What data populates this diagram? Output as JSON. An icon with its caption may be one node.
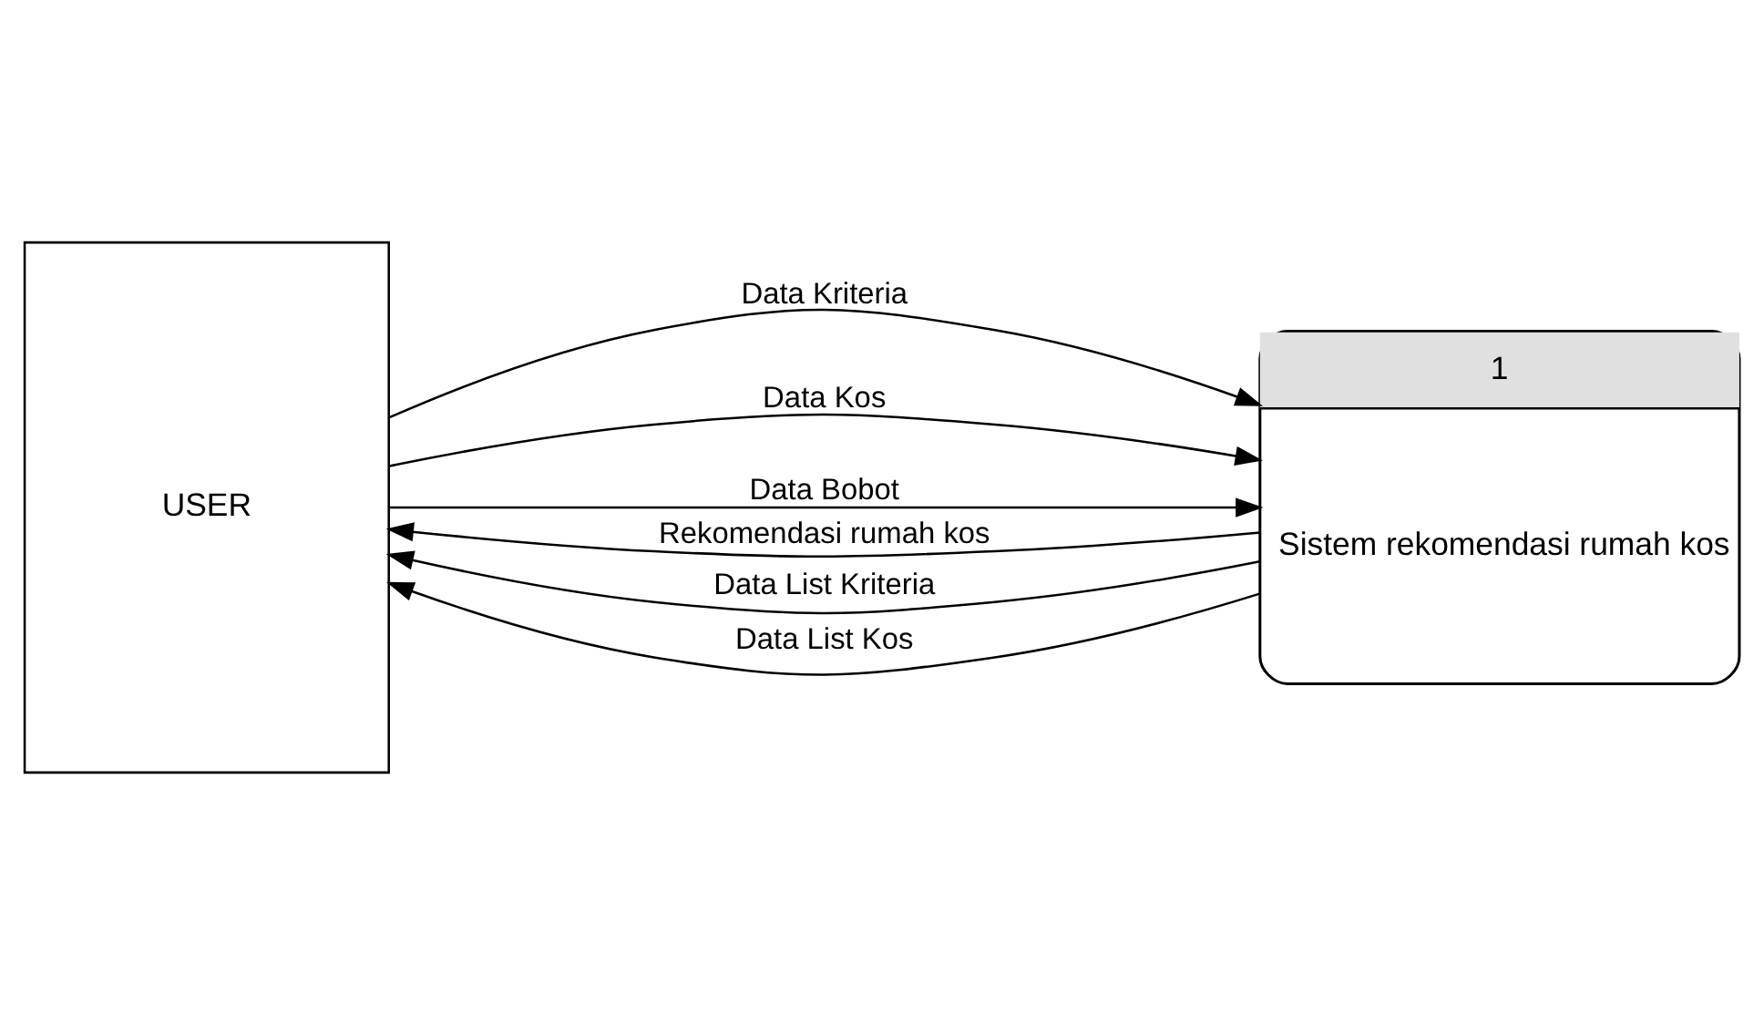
{
  "diagram": {
    "nodes": [
      {
        "text": [
          "USER"
        ]
      },
      {
        "text": [
          "1",
          "Sistem rekomendasi rumah kos"
        ]
      }
    ],
    "edges": [
      {
        "from": 0,
        "to": 1,
        "arrow": "to",
        "label": "Data Kriteria"
      },
      {
        "from": 0,
        "to": 1,
        "arrow": "to",
        "label": "Data Kos"
      },
      {
        "from": 0,
        "to": 1,
        "arrow": "to",
        "label": "Data Bobot"
      },
      {
        "from": 1,
        "to": 0,
        "arrow": "to",
        "label": "Rekomendasi rumah kos"
      },
      {
        "from": 1,
        "to": 0,
        "arrow": "to",
        "label": "Data List Kriteria"
      },
      {
        "from": 1,
        "to": 0,
        "arrow": "to",
        "label": "Data List Kos"
      }
    ]
  }
}
